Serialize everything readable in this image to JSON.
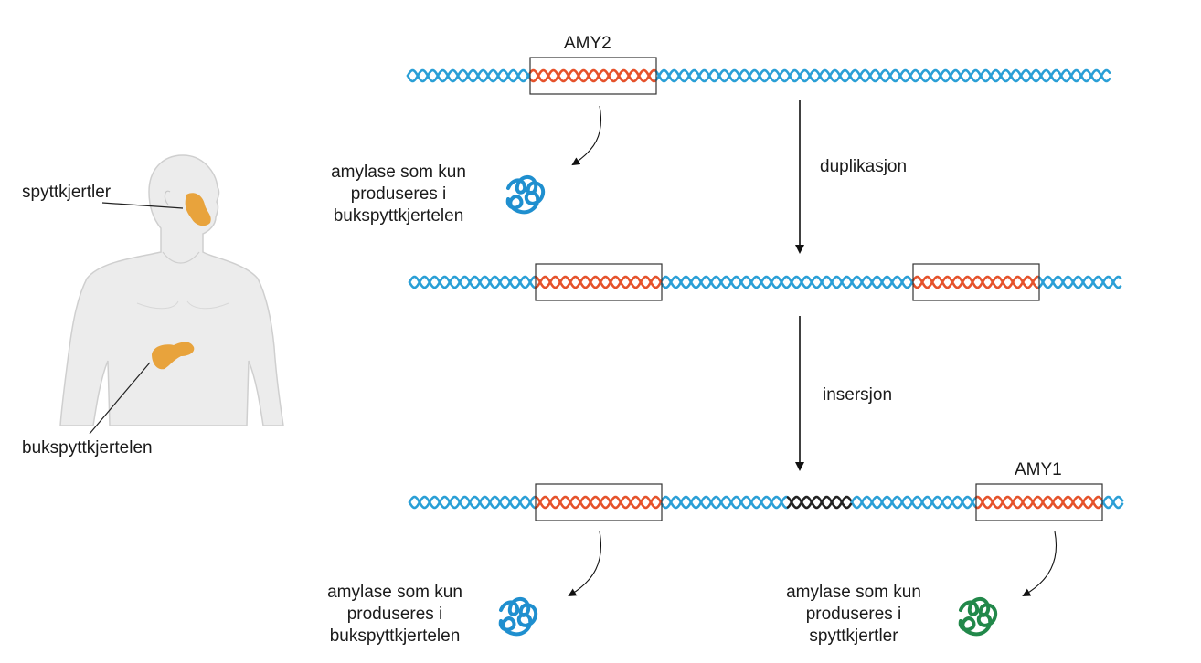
{
  "labels": {
    "gene_top": "AMY2",
    "gene_bottom": "AMY1",
    "step1": "duplikasjon",
    "step2": "insersjon",
    "salivary_glands": "spyttkjertler",
    "pancreas": "bukspyttkjertelen"
  },
  "protein_texts": {
    "top": [
      "amylase som kun",
      "produseres i",
      "bukspyttkjertelen"
    ],
    "bottom_left": [
      "amylase som kun",
      "produseres i",
      "bukspyttkjertelen"
    ],
    "bottom_right": [
      "amylase som kun",
      "produseres i",
      "spyttkjertler"
    ]
  },
  "colors": {
    "dna": "#2a9fd6",
    "gene": "#e5522b",
    "insert": "#222222",
    "protein_pancreas": "#1f8fcf",
    "protein_saliva": "#22884a",
    "organ": "#e8a33c",
    "body": "#ececec"
  }
}
